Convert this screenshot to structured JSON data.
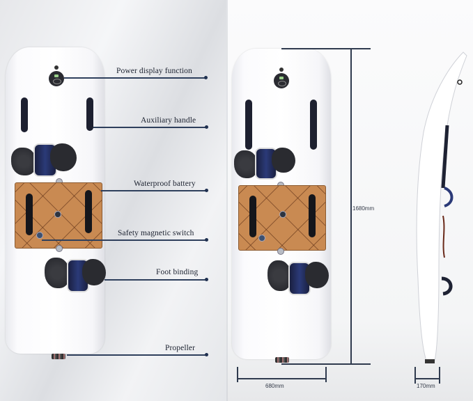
{
  "callouts": [
    {
      "label": "Power display function",
      "target": "display"
    },
    {
      "label": "Auxiliary handle",
      "target": "handle"
    },
    {
      "label": "Waterproof battery",
      "target": "battery"
    },
    {
      "label": "Safety magnetic switch",
      "target": "switch"
    },
    {
      "label": "Foot binding",
      "target": "binding"
    },
    {
      "label": "Propeller",
      "target": "propeller"
    }
  ],
  "dimensions": {
    "length": "1680mm",
    "width": "680mm",
    "thickness": "170mm"
  },
  "colors": {
    "callout_line": "#2e3f5c",
    "battery_cover": "#c98a52",
    "board": "#ffffff",
    "binding_strap": "#2b3a78"
  }
}
